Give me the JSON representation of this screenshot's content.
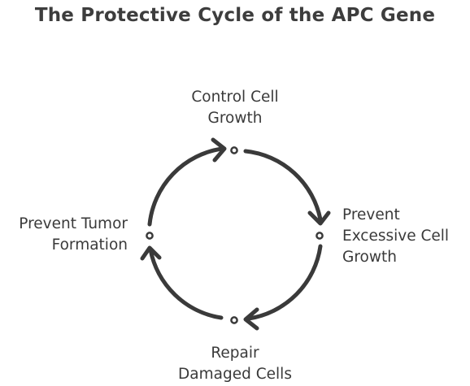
{
  "title": "The Protective Cycle of the APC Gene",
  "nodes": {
    "top": {
      "line1": "Control Cell",
      "line2": "Growth"
    },
    "right": {
      "line1": "Prevent",
      "line2": "Excessive Cell",
      "line3": "Growth"
    },
    "bottom": {
      "line1": "Repair",
      "line2": "Damaged Cells"
    },
    "left": {
      "line1": "Prevent Tumor",
      "line2": "Formation"
    }
  },
  "colors": {
    "stroke": "#3a3a3a",
    "text": "#3a3a3a"
  }
}
